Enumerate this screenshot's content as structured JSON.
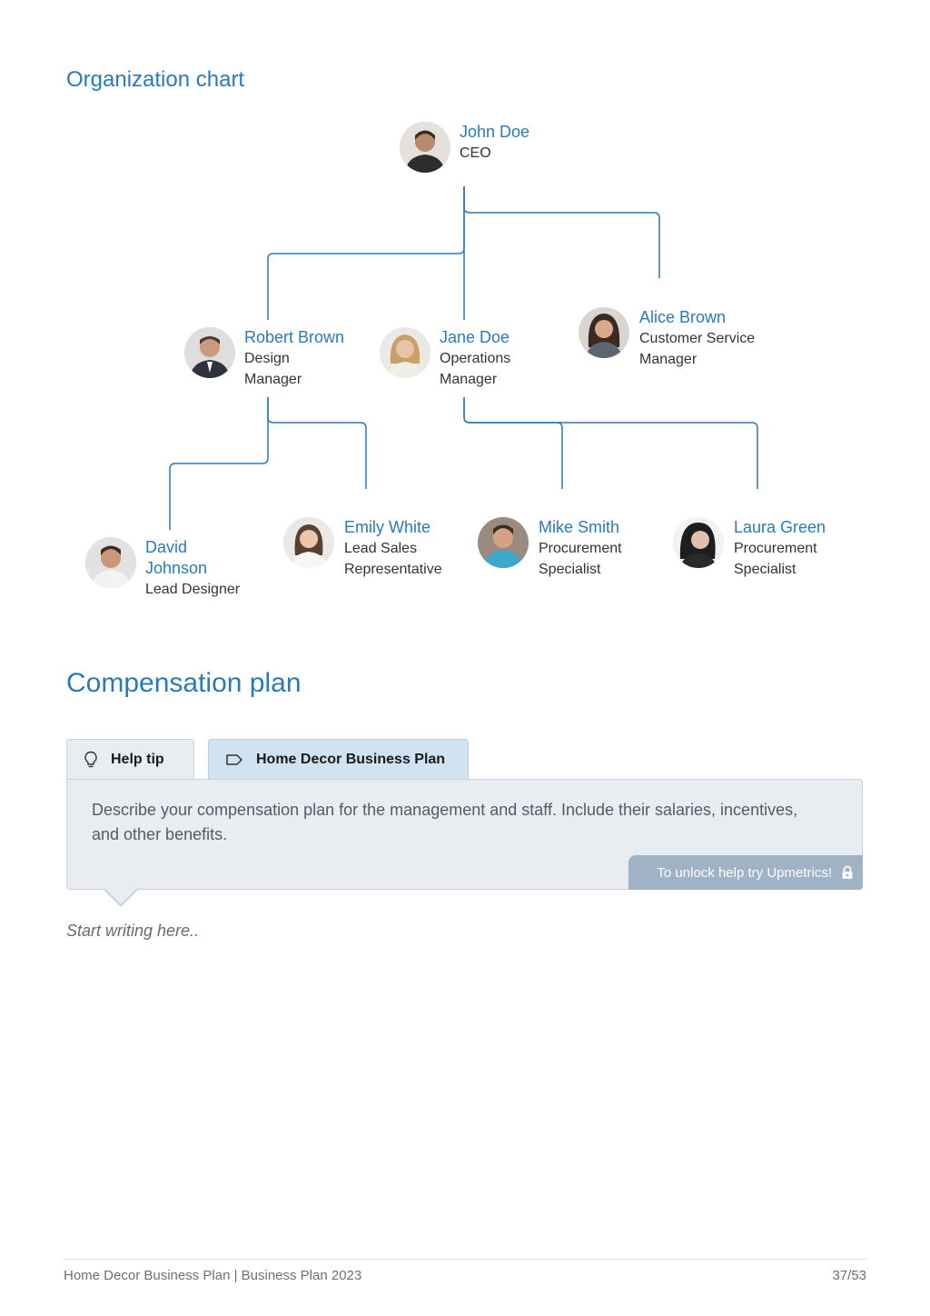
{
  "org_chart": {
    "title": "Organization chart",
    "people": [
      {
        "id": "john-doe",
        "name": "John Doe",
        "role": "CEO",
        "avatar_icon": "person-photo-avatar"
      },
      {
        "id": "robert-brown",
        "name": "Robert Brown",
        "role": "Design Manager",
        "avatar_icon": "person-photo-avatar"
      },
      {
        "id": "jane-doe",
        "name": "Jane Doe",
        "role": "Operations Manager",
        "avatar_icon": "person-photo-avatar"
      },
      {
        "id": "alice-brown",
        "name": "Alice Brown",
        "role": "Customer Service Manager",
        "avatar_icon": "person-photo-avatar"
      },
      {
        "id": "david-johnson",
        "name": "David Johnson",
        "role": "Lead Designer",
        "avatar_icon": "person-photo-avatar"
      },
      {
        "id": "emily-white",
        "name": "Emily White",
        "role": "Lead Sales Representative",
        "avatar_icon": "person-photo-avatar"
      },
      {
        "id": "mike-smith",
        "name": "Mike Smith",
        "role": "Procurement Specialist",
        "avatar_icon": "person-photo-avatar"
      },
      {
        "id": "laura-green",
        "name": "Laura Green",
        "role": "Procurement Specialist",
        "avatar_icon": "person-photo-avatar"
      }
    ],
    "reporting_lines": [
      {
        "from": "john-doe",
        "to": "robert-brown"
      },
      {
        "from": "john-doe",
        "to": "jane-doe"
      },
      {
        "from": "john-doe",
        "to": "alice-brown"
      },
      {
        "from": "robert-brown",
        "to": "david-johnson"
      },
      {
        "from": "robert-brown",
        "to": "emily-white"
      },
      {
        "from": "jane-doe",
        "to": "mike-smith"
      },
      {
        "from": "jane-doe",
        "to": "laura-green"
      }
    ],
    "line_color": "#2b78b8"
  },
  "compensation": {
    "title": "Compensation plan",
    "tabs": [
      {
        "label": "Help tip",
        "icon": "lightbulb-icon"
      },
      {
        "label": "Home Decor Business Plan",
        "icon": "tag-icon"
      }
    ],
    "tip_text": "Describe your compensation plan for the management and staff. Include their salaries, incentives, and other benefits.",
    "unlock_label": "To unlock help try Upmetrics!",
    "unlock_icon": "lock-icon",
    "editor_placeholder": "Start writing here.."
  },
  "footer": {
    "left": "Home Decor Business Plan | Business Plan 2023",
    "page": "37/53"
  },
  "colors": {
    "accent": "#2a7ab8",
    "tip_background": "#e9edf2",
    "active_tab_background": "#cfe3f3",
    "badge_background": "#9fb3c4"
  }
}
